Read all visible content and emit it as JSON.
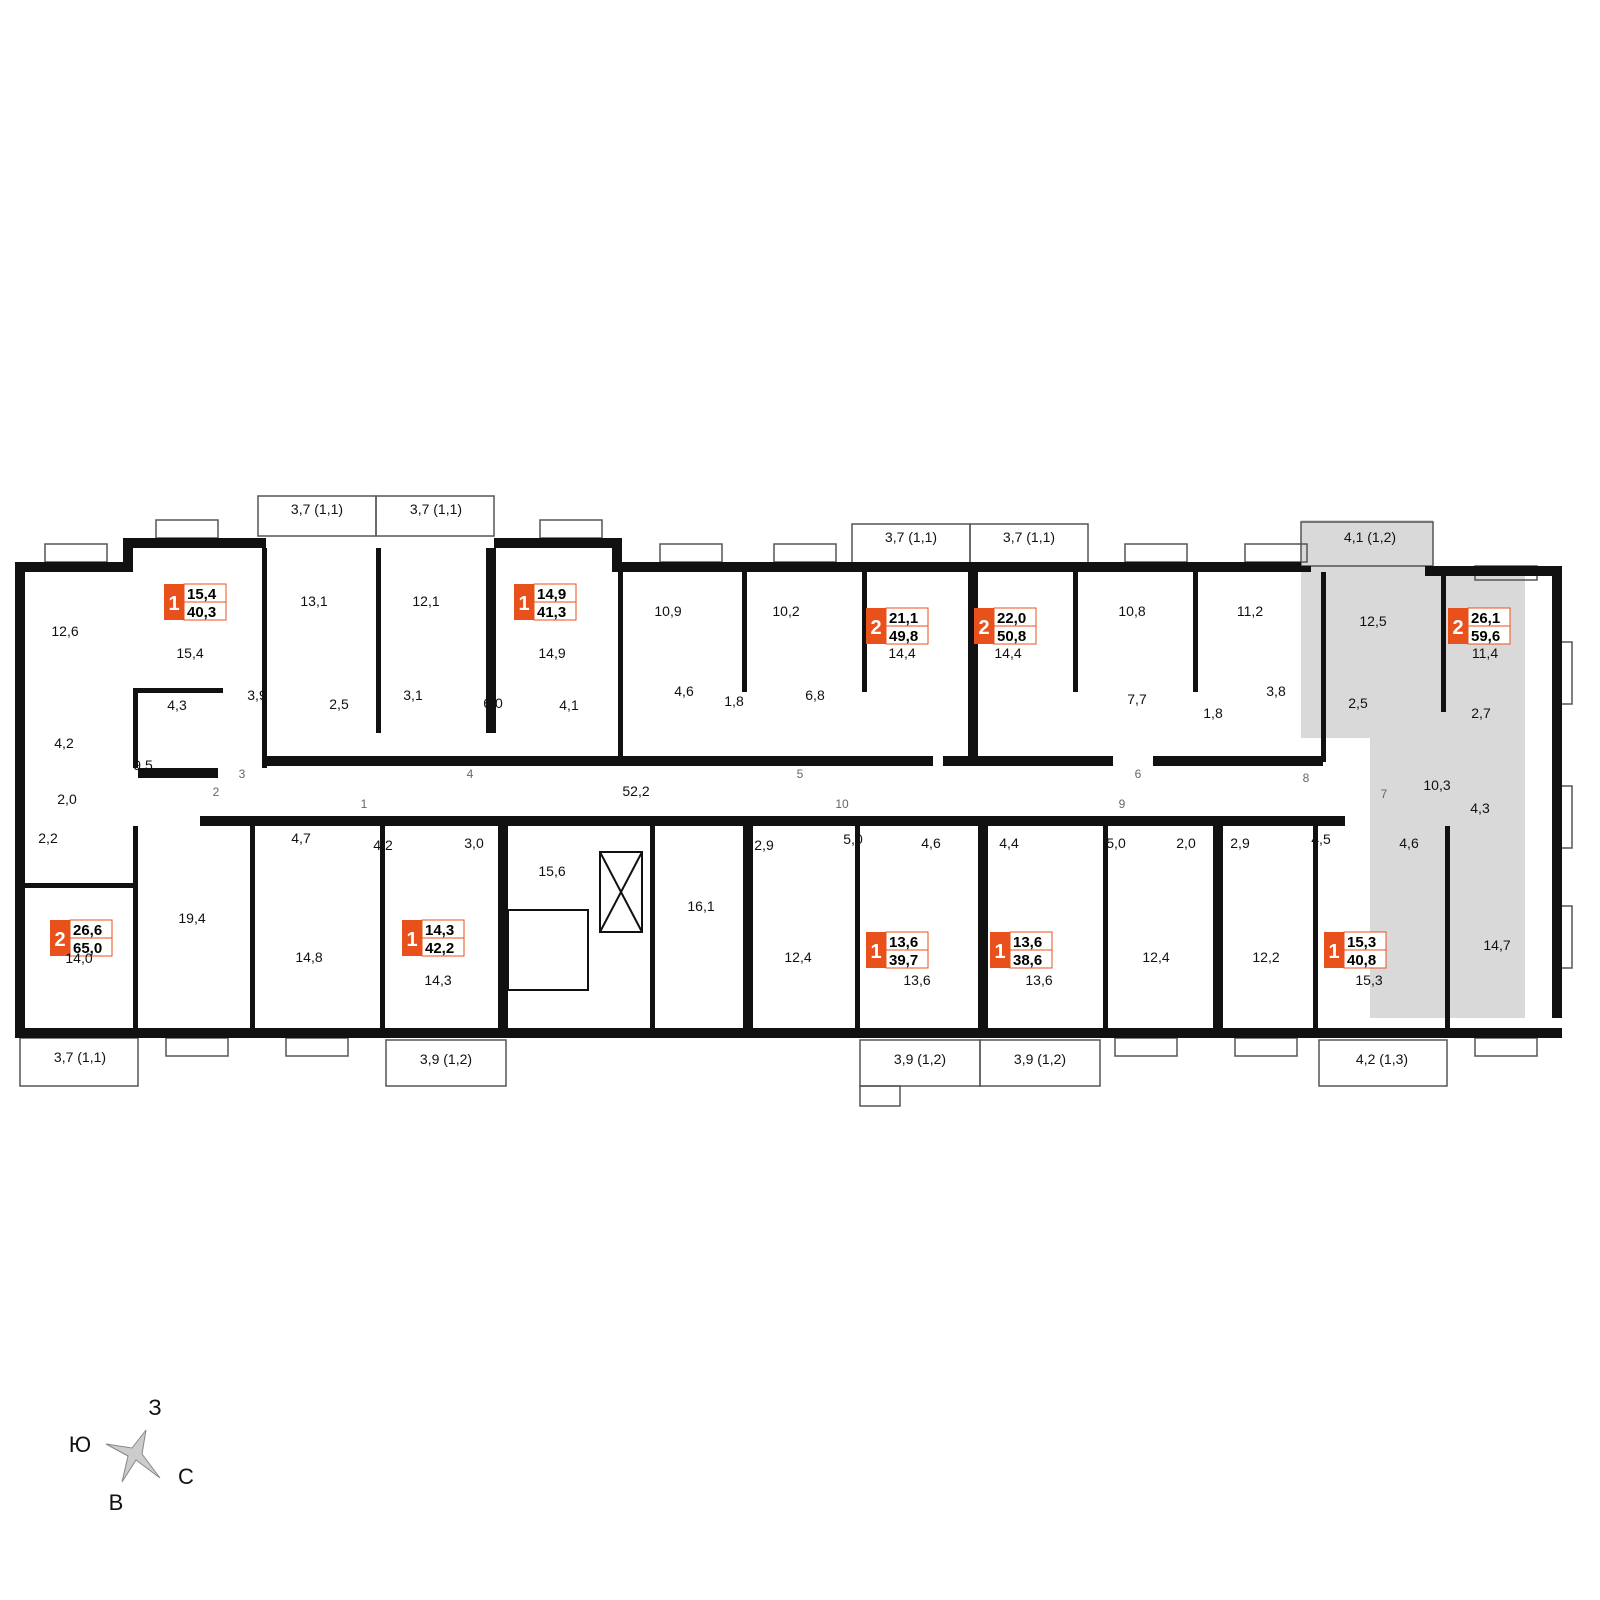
{
  "colors": {
    "wall": "#111111",
    "accent": "#e8501c",
    "highlight": "#d9d9d9",
    "thin": "#555555"
  },
  "apartments": [
    {
      "rooms": "1",
      "living": "15,4",
      "total": "40,3"
    },
    {
      "rooms": "1",
      "living": "14,9",
      "total": "41,3"
    },
    {
      "rooms": "2",
      "living": "21,1",
      "total": "49,8"
    },
    {
      "rooms": "2",
      "living": "22,0",
      "total": "50,8"
    },
    {
      "rooms": "2",
      "living": "26,1",
      "total": "59,6"
    },
    {
      "rooms": "2",
      "living": "26,6",
      "total": "65,0"
    },
    {
      "rooms": "1",
      "living": "14,3",
      "total": "42,2"
    },
    {
      "rooms": "1",
      "living": "13,6",
      "total": "39,7"
    },
    {
      "rooms": "1",
      "living": "13,6",
      "total": "38,6"
    },
    {
      "rooms": "1",
      "living": "15,3",
      "total": "40,8"
    }
  ],
  "balconies": [
    "3,7 (1,1)",
    "3,7 (1,1)",
    "3,7 (1,1)",
    "3,7 (1,1)",
    "4,1 (1,2)",
    "3,7 (1,1)",
    "3,9 (1,2)",
    "3,9 (1,2)",
    "3,9 (1,2)",
    "4,2 (1,3)"
  ],
  "rooms": [
    "12,6",
    "15,4",
    "13,1",
    "12,1",
    "14,9",
    "10,9",
    "10,2",
    "14,4",
    "14,4",
    "10,8",
    "11,2",
    "12,5",
    "11,4",
    "4,3",
    "3,9",
    "2,5",
    "3,1",
    "6,0",
    "4,1",
    "4,6",
    "1,8",
    "6,8",
    "7,7",
    "1,8",
    "3,8",
    "2,5",
    "2,7",
    "4,2",
    "9,5",
    "2,0",
    "2,2",
    "52,2",
    "10,3",
    "4,3",
    "4,7",
    "4,2",
    "3,0",
    "15,6",
    "2,9",
    "5,0",
    "4,6",
    "4,4",
    "5,0",
    "2,0",
    "2,9",
    "4,5",
    "4,6",
    "14,0",
    "19,4",
    "14,8",
    "14,3",
    "16,1",
    "12,4",
    "13,6",
    "13,6",
    "12,4",
    "12,2",
    "15,3",
    "14,7"
  ],
  "doors": [
    "1",
    "2",
    "3",
    "4",
    "5",
    "6",
    "7",
    "8",
    "9",
    "10"
  ],
  "compass": {
    "north": "З",
    "west": "Ю",
    "south": "В",
    "east": "С"
  }
}
